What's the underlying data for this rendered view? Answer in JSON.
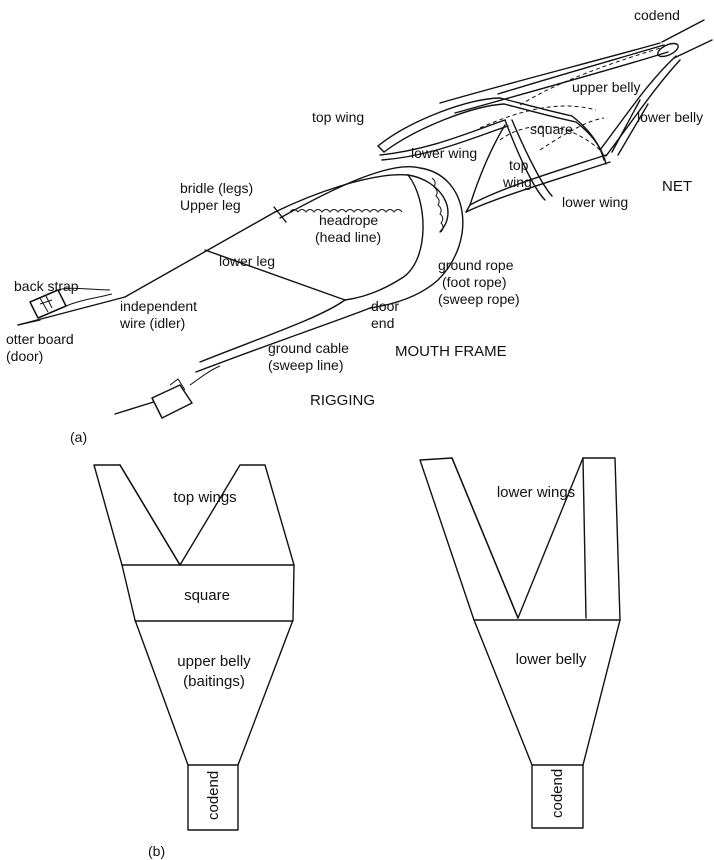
{
  "part_a": {
    "panel_label": "(a)",
    "labels": {
      "codend": "codend",
      "upper_belly": "upper belly",
      "lower_belly": "lower belly",
      "top_wing_1": "top wing",
      "lower_wing_1": "lower wing",
      "square": "square",
      "top_wing_2_line1": "top",
      "top_wing_2_line2": "wing",
      "lower_wing_2": "lower wing",
      "net": "NET",
      "bridle_line1": "bridle (legs)",
      "bridle_line2": "Upper leg",
      "headrope_line1": "headrope",
      "headrope_line2": "(head line)",
      "lower_leg": "lower leg",
      "ground_rope_line1": "ground rope",
      "ground_rope_line2": "(foot rope)",
      "ground_rope_line3": "(sweep rope)",
      "back_strap": "back strap",
      "independent_wire_line1": "independent",
      "independent_wire_line2": "wire (idler)",
      "otter_board_line1": "otter board",
      "otter_board_line2": "(door)",
      "door_end_line1": "door",
      "door_end_line2": "end",
      "ground_cable_line1": "ground cable",
      "ground_cable_line2": "(sweep line)",
      "mouth_frame": "MOUTH FRAME",
      "rigging": "RIGGING"
    }
  },
  "part_b": {
    "panel_label": "(b)",
    "top_panel_labels": {
      "top_wings": "top wings",
      "square": "square",
      "upper_belly_line1": "upper belly",
      "upper_belly_line2": "(baitings)",
      "codend": "codend"
    },
    "bottom_panel_labels": {
      "lower_wings": "lower wings",
      "lower_belly": "lower belly",
      "codend": "codend"
    }
  }
}
